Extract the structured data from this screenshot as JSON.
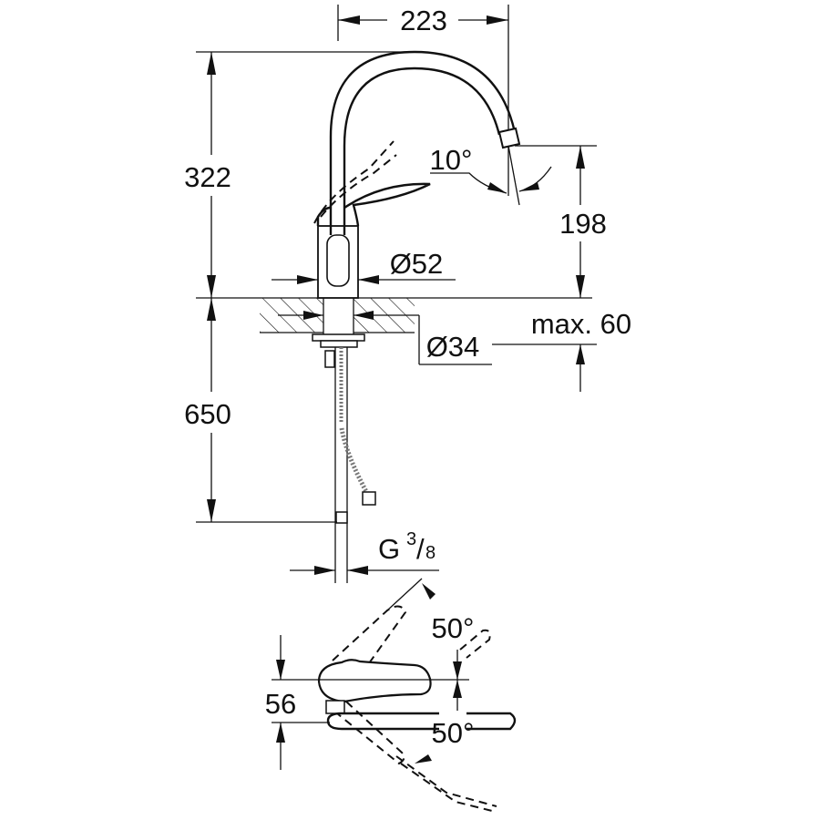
{
  "drawing": {
    "title": "Faucet dimension drawing",
    "dimensions": {
      "spout_reach": "223",
      "total_height": "322",
      "spout_height": "198",
      "spout_angle": "10°",
      "base_diameter": "Ø52",
      "hole_diameter": "Ø34",
      "max_thickness": "max. 60",
      "hose_length": "650",
      "connection_prefix": "G",
      "connection_num": "3",
      "connection_den": "8",
      "lever_height": "56",
      "lever_angle_top": "50°",
      "lever_angle_bottom": "50°"
    }
  }
}
